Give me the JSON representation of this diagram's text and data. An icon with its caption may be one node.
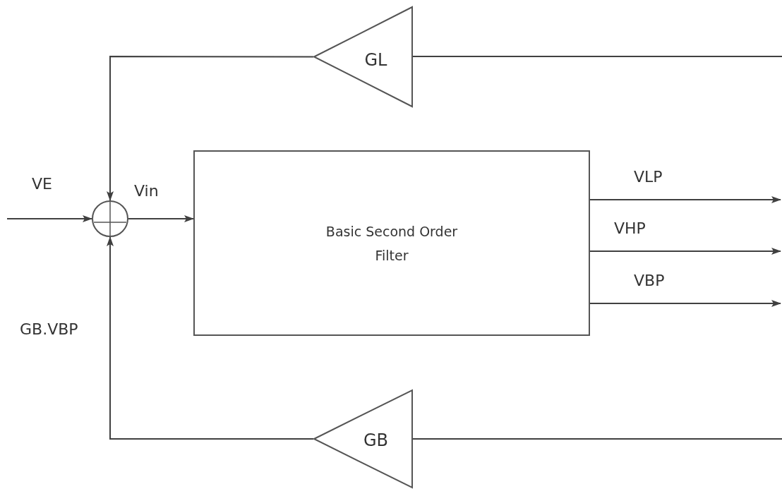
{
  "diagram": {
    "nodes": [
      {
        "text": [],
        "shape": "circle"
      },
      {
        "text": [
          "Basic Second Order Filter"
        ]
      },
      {
        "text": [
          "GL"
        ]
      },
      {
        "text": [
          "GB"
        ]
      }
    ],
    "edges": [
      {
        "from": null,
        "to": 0,
        "arrow": "to",
        "label": "VE"
      },
      {
        "from": 0,
        "to": 1,
        "arrow": "to",
        "label": "Vin"
      },
      {
        "from": 1,
        "to": null,
        "arrow": "to",
        "label": "VLP"
      },
      {
        "from": 1,
        "to": null,
        "arrow": "to",
        "label": "VHP"
      },
      {
        "from": 1,
        "to": null,
        "arrow": "to",
        "label": "VBP"
      },
      {
        "from": null,
        "to": 2,
        "arrow": "none"
      },
      {
        "from": 2,
        "to": 0,
        "arrow": "to"
      },
      {
        "from": null,
        "to": 3,
        "arrow": "none"
      },
      {
        "from": 3,
        "to": 0,
        "arrow": "to",
        "label": "GB.VBP"
      }
    ]
  }
}
